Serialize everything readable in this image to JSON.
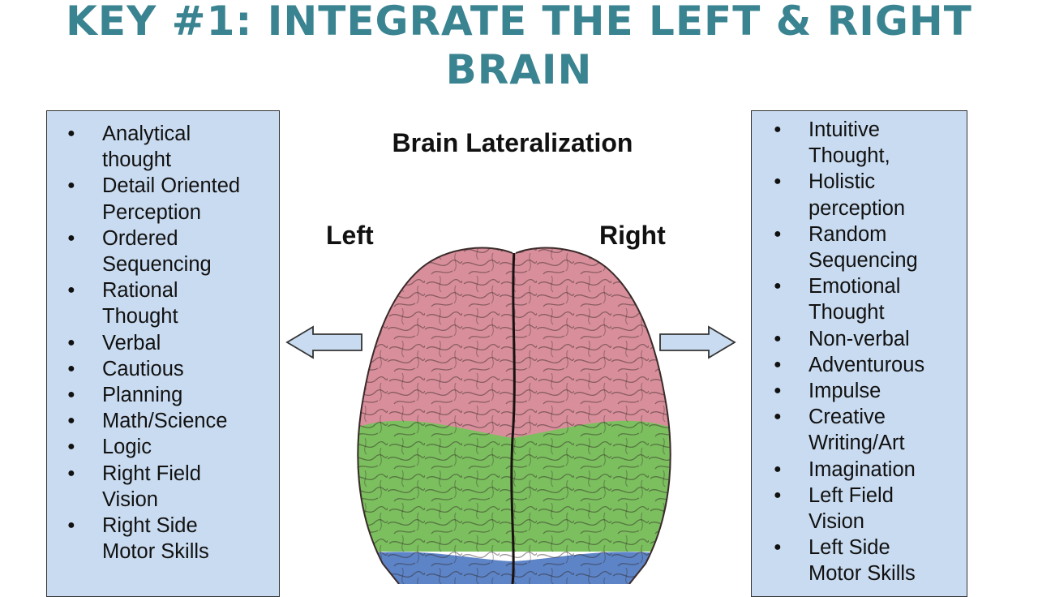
{
  "title": "KEY #1: INTEGRATE THE LEFT & RIGHT BRAIN",
  "diagram": {
    "title": "Brain Lateralization",
    "left_label": "Left",
    "right_label": "Right"
  },
  "left_traits": [
    "Analytical thought",
    "Detail Oriented Perception",
    "Ordered Sequencing",
    "Rational Thought",
    "Verbal",
    "Cautious",
    "Planning",
    "Math/Science",
    "Logic",
    "Right Field Vision",
    "Right Side Motor Skills"
  ],
  "right_traits": [
    "Intuitive Thought,",
    "Holistic perception",
    "Random Sequencing",
    "Emotional Thought",
    "Non-verbal",
    "Adventurous",
    "Impulse",
    "Creative Writing/Art",
    "Imagination",
    "Left Field Vision",
    "Left Side Motor Skills"
  ],
  "colors": {
    "title": "#3a8391",
    "box_fill": "#c9dbf0",
    "frontal_lobe": "#d88f9b",
    "parietal_lobe": "#7cbf5f",
    "occipital_lobe": "#5d84c6"
  }
}
